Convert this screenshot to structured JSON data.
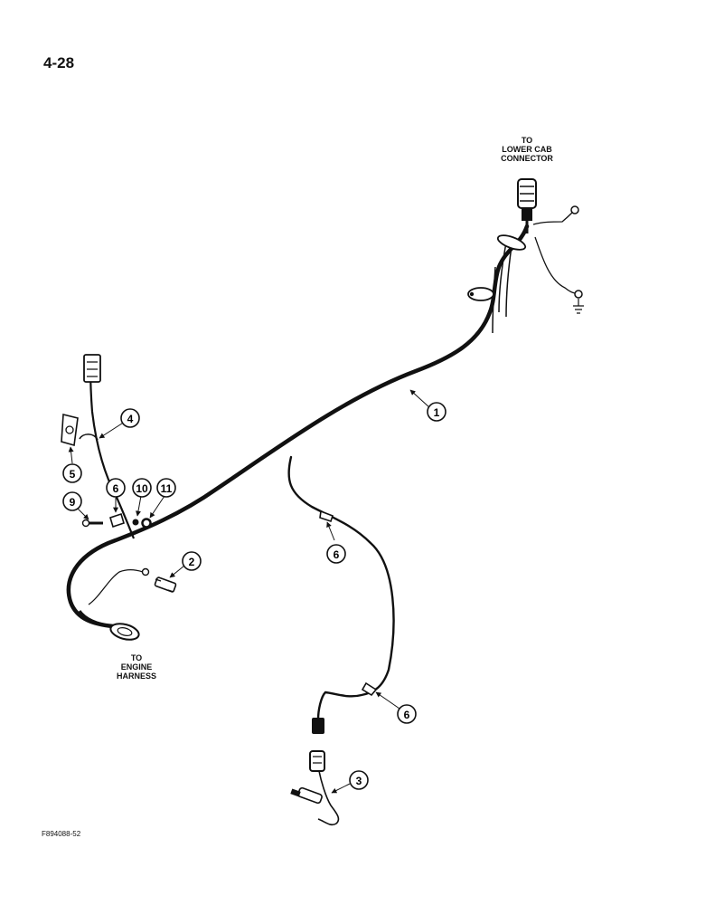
{
  "page": {
    "number": "4-28",
    "figure_code": "F894088-52"
  },
  "labels": {
    "lower_cab": [
      "TO",
      "LOWER CAB",
      "CONNECTOR"
    ],
    "engine": [
      "TO",
      "ENGINE",
      "HARNESS"
    ]
  },
  "callouts": [
    {
      "id": "1",
      "name": "callout-1"
    },
    {
      "id": "2",
      "name": "callout-2"
    },
    {
      "id": "3",
      "name": "callout-3"
    },
    {
      "id": "4",
      "name": "callout-4"
    },
    {
      "id": "5",
      "name": "callout-5"
    },
    {
      "id": "6",
      "name": "callout-6-left"
    },
    {
      "id": "6",
      "name": "callout-6-middle"
    },
    {
      "id": "6",
      "name": "callout-6-lower"
    },
    {
      "id": "9",
      "name": "callout-9"
    },
    {
      "id": "10",
      "name": "callout-10"
    },
    {
      "id": "11",
      "name": "callout-11"
    }
  ]
}
